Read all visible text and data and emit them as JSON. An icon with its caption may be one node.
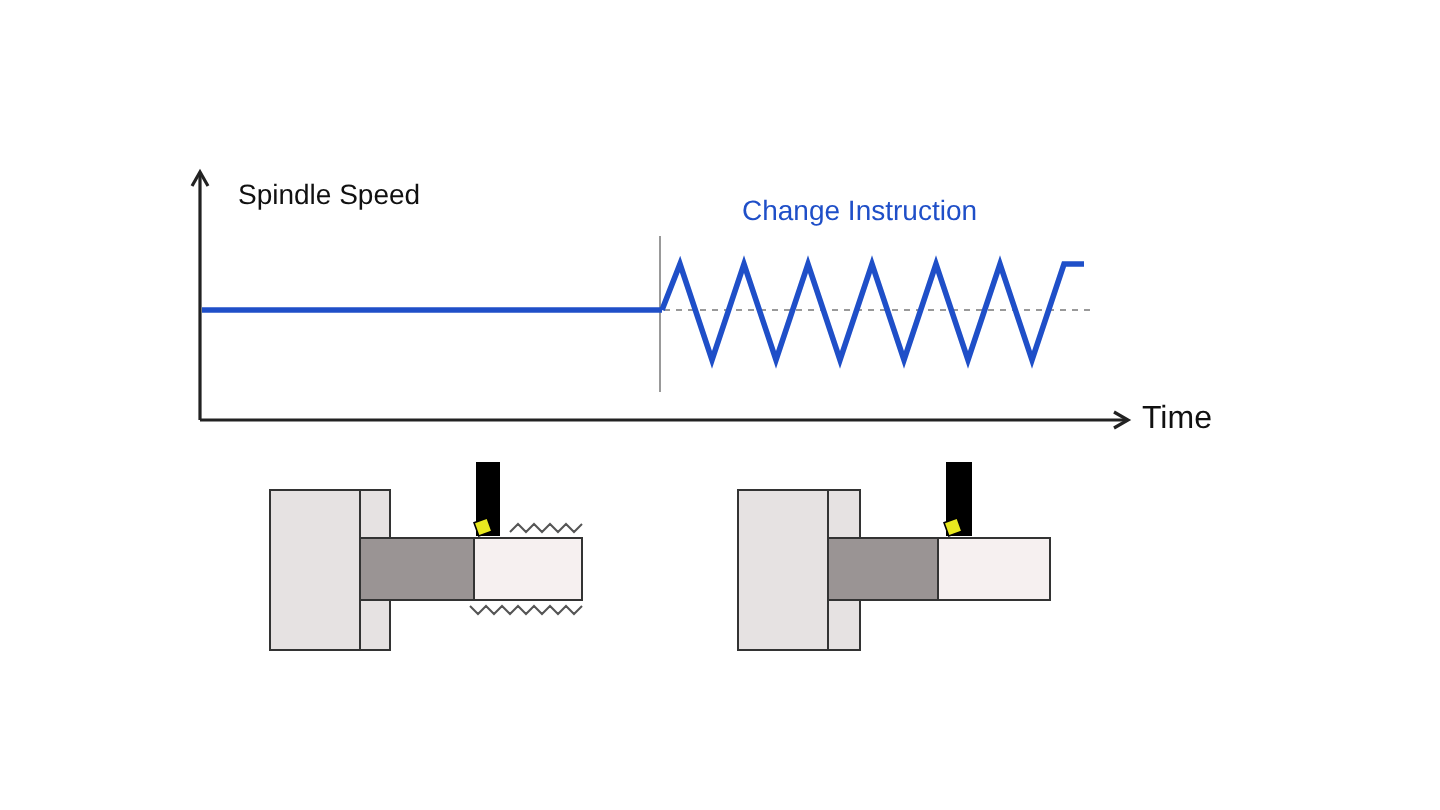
{
  "diagram": {
    "labels": [
      "Spindle Speed",
      "Change Instruction",
      "Time"
    ]
  }
}
